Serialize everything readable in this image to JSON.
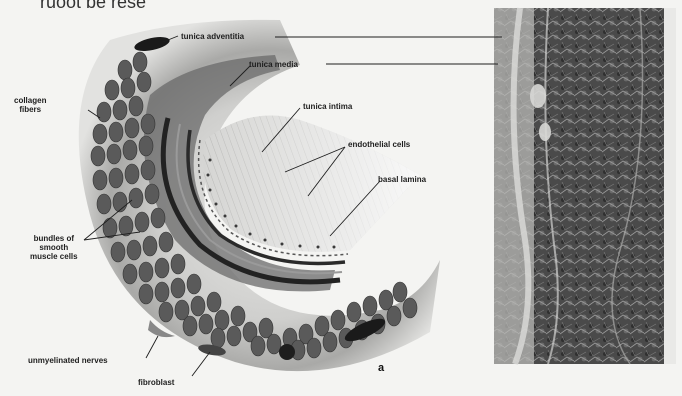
{
  "header_fragment": "ruoot be rese",
  "panel_label": "a",
  "labels": {
    "tunica_adventitia": "tunica adventitia",
    "tunica_media": "tunica media",
    "tunica_intima": "tunica intima",
    "endothelial_cells": "endothelial cells",
    "basal_lamina": "basal lamina",
    "collagen_fibers": "collagen\nfibers",
    "bundles_smooth_muscle": "bundles of\nsmooth\nmuscle cells",
    "unmyelinated_nerves": "unmyelinated nerves",
    "fibroblast": "fibroblast"
  },
  "colors": {
    "background": "#f4f4f2",
    "muscle_bundle": "#555555",
    "elastic_band": "#2a2a2a",
    "micrograph_dark": "#3a3a3a",
    "micrograph_light": "#8a8a8a"
  }
}
